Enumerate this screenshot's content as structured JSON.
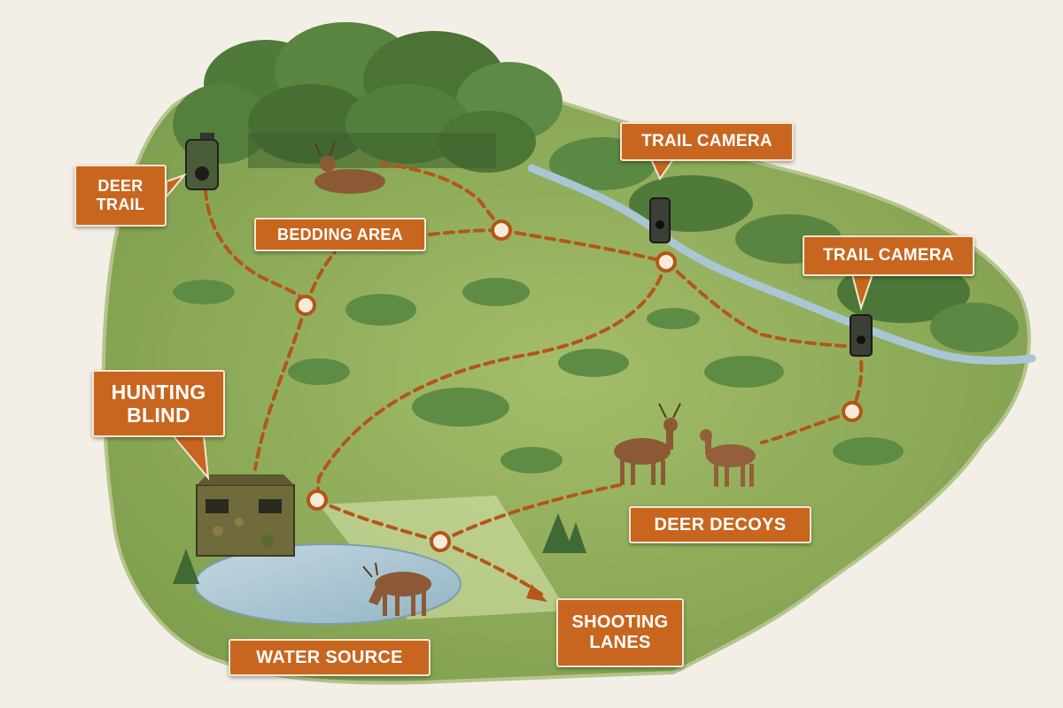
{
  "map": {
    "labels": {
      "deer_trail": "DEER\nTRAIL",
      "bedding_area": "BEDDING AREA",
      "trail_camera_1": "TRAIL CAMERA",
      "trail_camera_2": "TRAIL CAMERA",
      "hunting_blind": "HUNTING\nBLIND",
      "deer_decoys": "DEER DECOYS",
      "shooting_lanes": "SHOOTING\nLANES",
      "water_source": "WATER SOURCE"
    },
    "colors": {
      "callout": "#c8661f",
      "trail": "#b3561a",
      "grass": "#8fae5a",
      "forest": "#4f7a3a",
      "water": "#a9c6d4",
      "background": "#f3efe6"
    },
    "icons": [
      "trail-camera-icon",
      "hunting-blind-icon",
      "deer-icon",
      "waypoint-marker-icon"
    ]
  }
}
